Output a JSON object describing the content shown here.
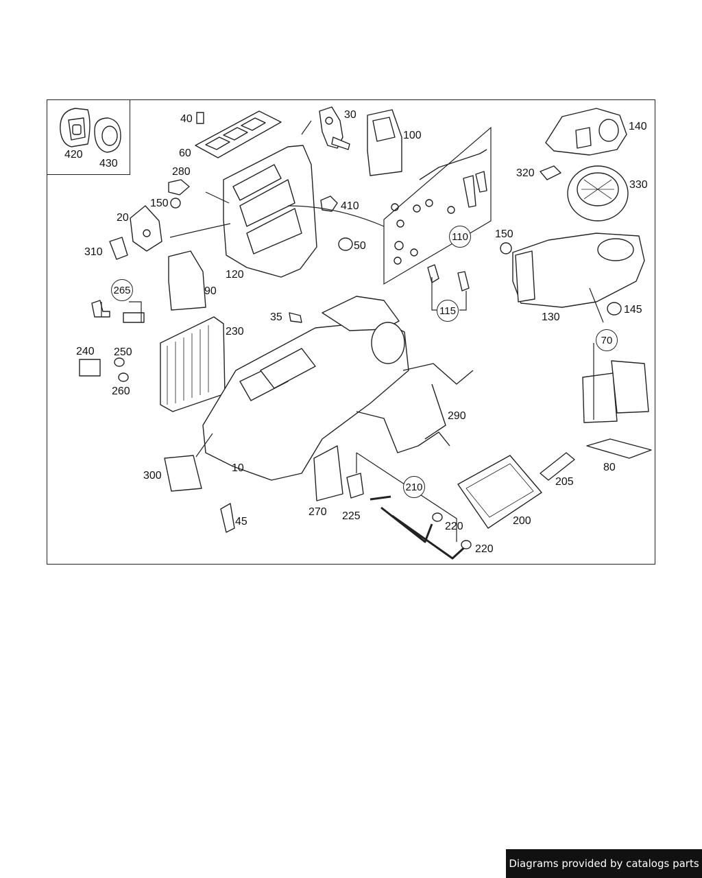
{
  "diagram": {
    "callouts": [
      {
        "id": "40",
        "label": "40",
        "circled": false
      },
      {
        "id": "30",
        "label": "30",
        "circled": false
      },
      {
        "id": "100",
        "label": "100",
        "circled": false
      },
      {
        "id": "140",
        "label": "140",
        "circled": false
      },
      {
        "id": "420",
        "label": "420",
        "circled": false
      },
      {
        "id": "430",
        "label": "430",
        "circled": false
      },
      {
        "id": "60",
        "label": "60",
        "circled": false
      },
      {
        "id": "280",
        "label": "280",
        "circled": false
      },
      {
        "id": "320",
        "label": "320",
        "circled": false
      },
      {
        "id": "330",
        "label": "330",
        "circled": false
      },
      {
        "id": "150a",
        "label": "150",
        "circled": false
      },
      {
        "id": "410",
        "label": "410",
        "circled": false
      },
      {
        "id": "20",
        "label": "20",
        "circled": false
      },
      {
        "id": "110",
        "label": "110",
        "circled": true
      },
      {
        "id": "150b",
        "label": "150",
        "circled": false
      },
      {
        "id": "50",
        "label": "50",
        "circled": false
      },
      {
        "id": "310",
        "label": "310",
        "circled": false
      },
      {
        "id": "120",
        "label": "120",
        "circled": false
      },
      {
        "id": "90",
        "label": "90",
        "circled": false
      },
      {
        "id": "265",
        "label": "265",
        "circled": true
      },
      {
        "id": "115",
        "label": "115",
        "circled": true
      },
      {
        "id": "130",
        "label": "130",
        "circled": false
      },
      {
        "id": "145",
        "label": "145",
        "circled": false
      },
      {
        "id": "35",
        "label": "35",
        "circled": false
      },
      {
        "id": "230",
        "label": "230",
        "circled": false
      },
      {
        "id": "70",
        "label": "70",
        "circled": true
      },
      {
        "id": "240",
        "label": "240",
        "circled": false
      },
      {
        "id": "250",
        "label": "250",
        "circled": false
      },
      {
        "id": "260",
        "label": "260",
        "circled": false
      },
      {
        "id": "290",
        "label": "290",
        "circled": false
      },
      {
        "id": "80",
        "label": "80",
        "circled": false
      },
      {
        "id": "300",
        "label": "300",
        "circled": false
      },
      {
        "id": "10",
        "label": "10",
        "circled": false
      },
      {
        "id": "205",
        "label": "205",
        "circled": false
      },
      {
        "id": "210",
        "label": "210",
        "circled": true
      },
      {
        "id": "270",
        "label": "270",
        "circled": false
      },
      {
        "id": "225",
        "label": "225",
        "circled": false
      },
      {
        "id": "220a",
        "label": "220",
        "circled": false
      },
      {
        "id": "200",
        "label": "200",
        "circled": false
      },
      {
        "id": "45",
        "label": "45",
        "circled": false
      },
      {
        "id": "220b",
        "label": "220",
        "circled": false
      }
    ]
  },
  "footer": {
    "text": "Diagrams provided by catalogs parts"
  }
}
